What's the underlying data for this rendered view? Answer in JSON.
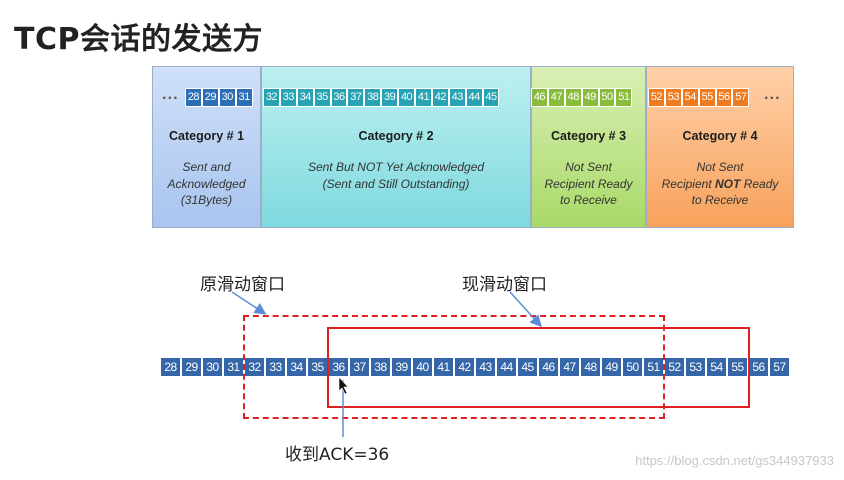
{
  "title": "TCP会话的发送方",
  "categories": [
    {
      "title": "Category # 1",
      "desc_lines": [
        "Sent and",
        "Acknowledged",
        "(31Bytes)"
      ]
    },
    {
      "title": "Category # 2",
      "desc_lines": [
        "Sent But NOT Yet Acknowledged",
        "(Sent and Still Outstanding)"
      ]
    },
    {
      "title": "Category # 3",
      "desc_lines": [
        "Not Sent",
        "Recipient Ready",
        "to Receive"
      ]
    },
    {
      "title": "Category # 4",
      "desc_lines": [
        "Not Sent",
        "Recipient",
        "NOT",
        "Ready",
        "to Receive"
      ]
    }
  ],
  "top_bytes": {
    "cat1": [
      "28",
      "29",
      "30",
      "31"
    ],
    "cat2": [
      "32",
      "33",
      "34",
      "35",
      "36",
      "37",
      "38",
      "39",
      "40",
      "41",
      "42",
      "43",
      "44",
      "45"
    ],
    "cat3": [
      "46",
      "47",
      "48",
      "49",
      "50",
      "51"
    ],
    "cat4": [
      "52",
      "53",
      "54",
      "55",
      "56",
      "57"
    ],
    "ellipsis": "..."
  },
  "bottom_seq": [
    "28",
    "29",
    "30",
    "31",
    "32",
    "33",
    "34",
    "35",
    "36",
    "37",
    "38",
    "39",
    "40",
    "41",
    "42",
    "43",
    "44",
    "45",
    "46",
    "47",
    "48",
    "49",
    "50",
    "51",
    "52",
    "53",
    "54",
    "55",
    "56",
    "57"
  ],
  "labels": {
    "old_window": "原滑动窗口",
    "new_window": "现滑动窗口",
    "ack": "收到ACK=36"
  },
  "watermark": "https://blog.csdn.net/gs344937933",
  "colors": {
    "blue": "#2d6fb7",
    "teal": "#27a3b4",
    "green": "#87bd3a",
    "orange": "#f07b1f",
    "red": "#e02020"
  }
}
